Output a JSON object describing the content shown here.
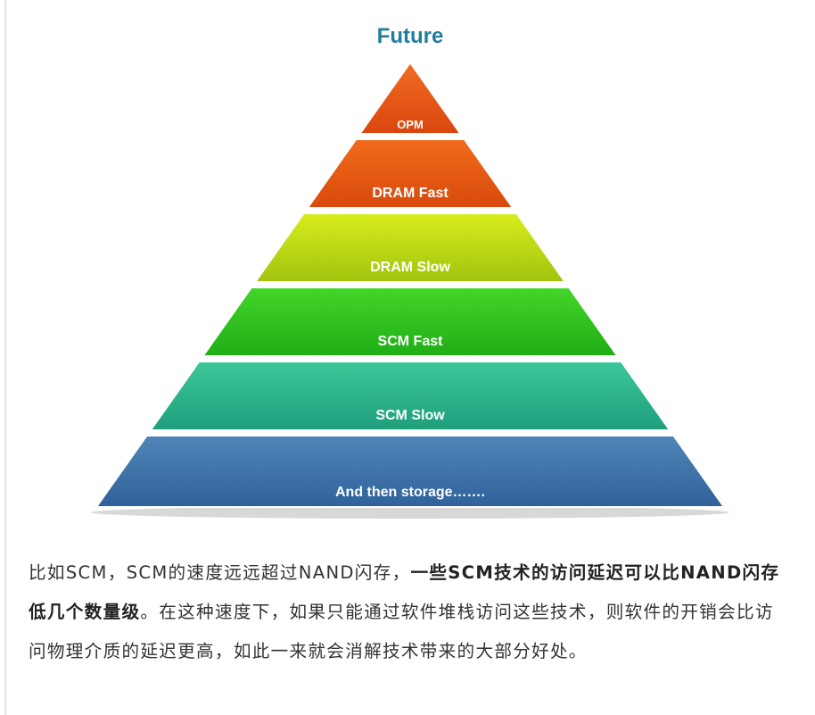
{
  "figure": {
    "title": "Future",
    "title_color": "#1f7ea0",
    "levels": [
      {
        "label": "OPM",
        "top_color": "#f36c22",
        "bottom_color": "#d9460f"
      },
      {
        "label": "DRAM Fast",
        "top_color": "#f26a1b",
        "bottom_color": "#d84a0c"
      },
      {
        "label": "DRAM Slow",
        "top_color": "#d7ec1c",
        "bottom_color": "#a2c40e"
      },
      {
        "label": "SCM Fast",
        "top_color": "#44d62a",
        "bottom_color": "#1fae16"
      },
      {
        "label": "SCM Slow",
        "top_color": "#3cc79a",
        "bottom_color": "#1e9f7c"
      },
      {
        "label": "And then storage…….",
        "top_color": "#4f86b8",
        "bottom_color": "#2f629a"
      }
    ]
  },
  "article": {
    "part1": "比如SCM，SCM的速度远远超过NAND闪存，",
    "bold": "一些SCM技术的访问延迟可以比NAND闪存低几个数量级",
    "part2": "。在这种速度下，如果只能通过软件堆栈访问这些技术，则软件的开销会比访问物理介质的延迟更高，如此一来就会消解技术带来的大部分好处。"
  }
}
